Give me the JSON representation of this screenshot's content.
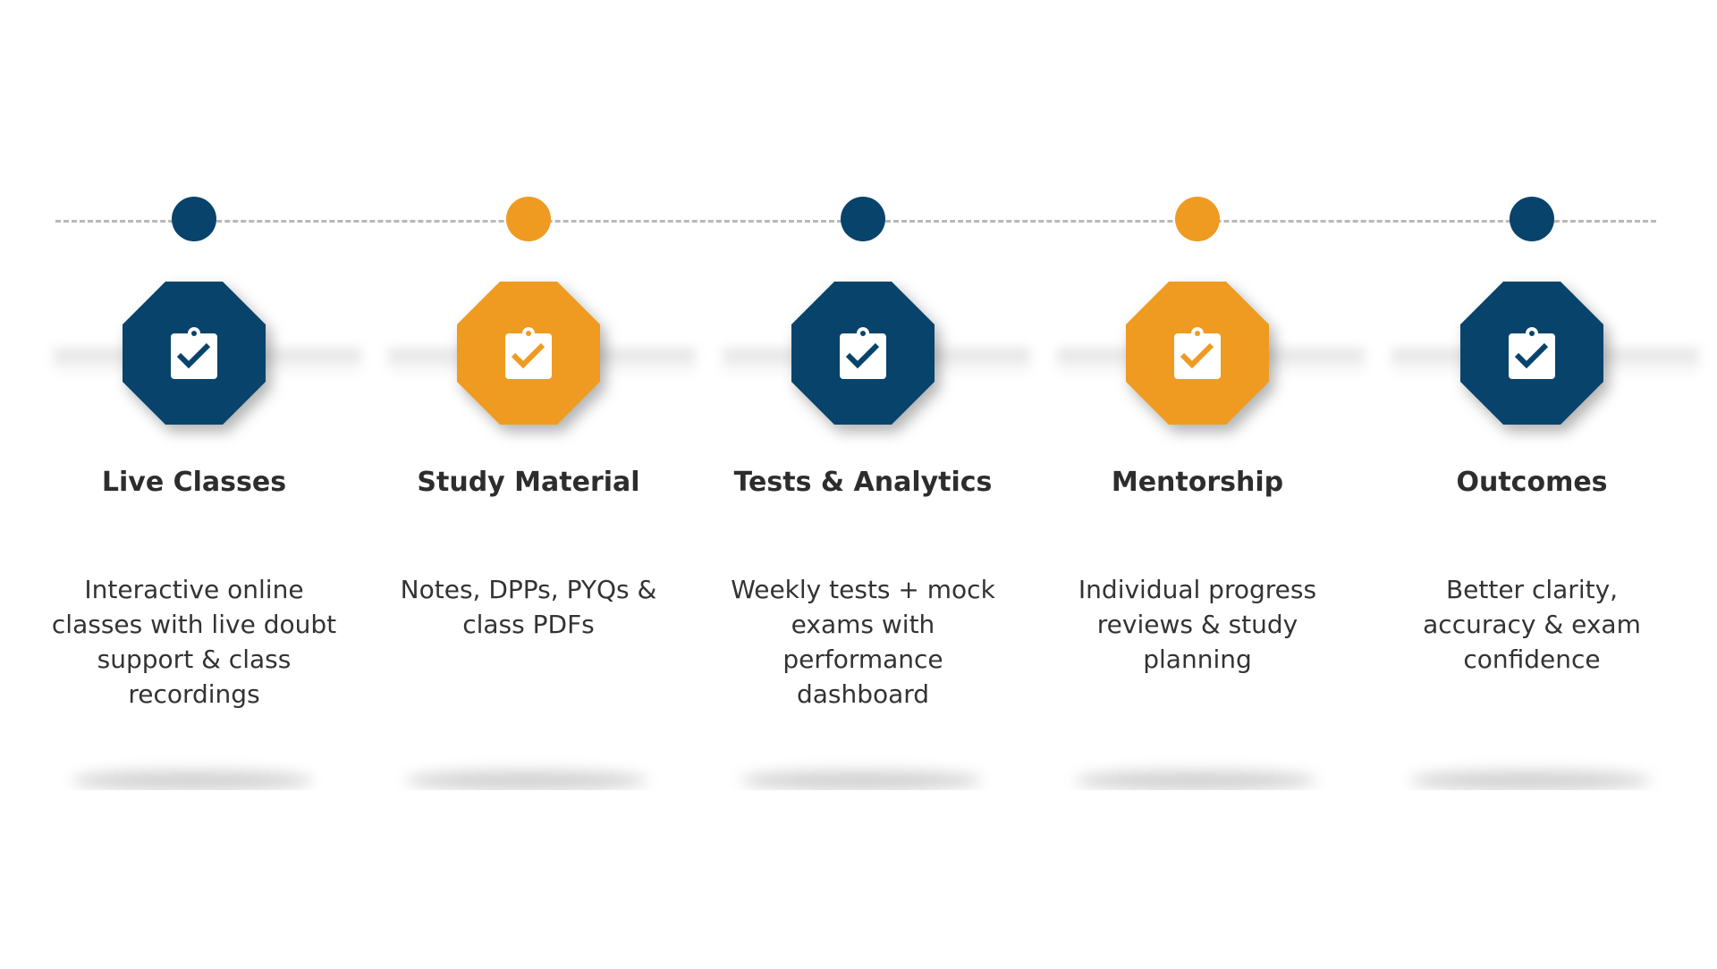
{
  "colors": {
    "navy": "#08436c",
    "orange": "#ef9b21",
    "text": "#2d2d2d",
    "dash": "#b8b8b8"
  },
  "steps": [
    {
      "title": "Live Classes",
      "description": "Interactive online classes with live doubt support & class recordings",
      "color": "navy",
      "icon": "clipboard-check-icon"
    },
    {
      "title": "Study Material",
      "description": "Notes, DPPs, PYQs & class PDFs",
      "color": "orange",
      "icon": "clipboard-check-icon"
    },
    {
      "title": "Tests & Analytics",
      "description": "Weekly tests + mock exams with performance dashboard",
      "color": "navy",
      "icon": "clipboard-check-icon"
    },
    {
      "title": "Mentorship",
      "description": "Individual progress reviews & study planning",
      "color": "orange",
      "icon": "clipboard-check-icon"
    },
    {
      "title": "Outcomes",
      "description": "Better clarity, accuracy & exam confidence",
      "color": "navy",
      "icon": "clipboard-check-icon"
    }
  ]
}
